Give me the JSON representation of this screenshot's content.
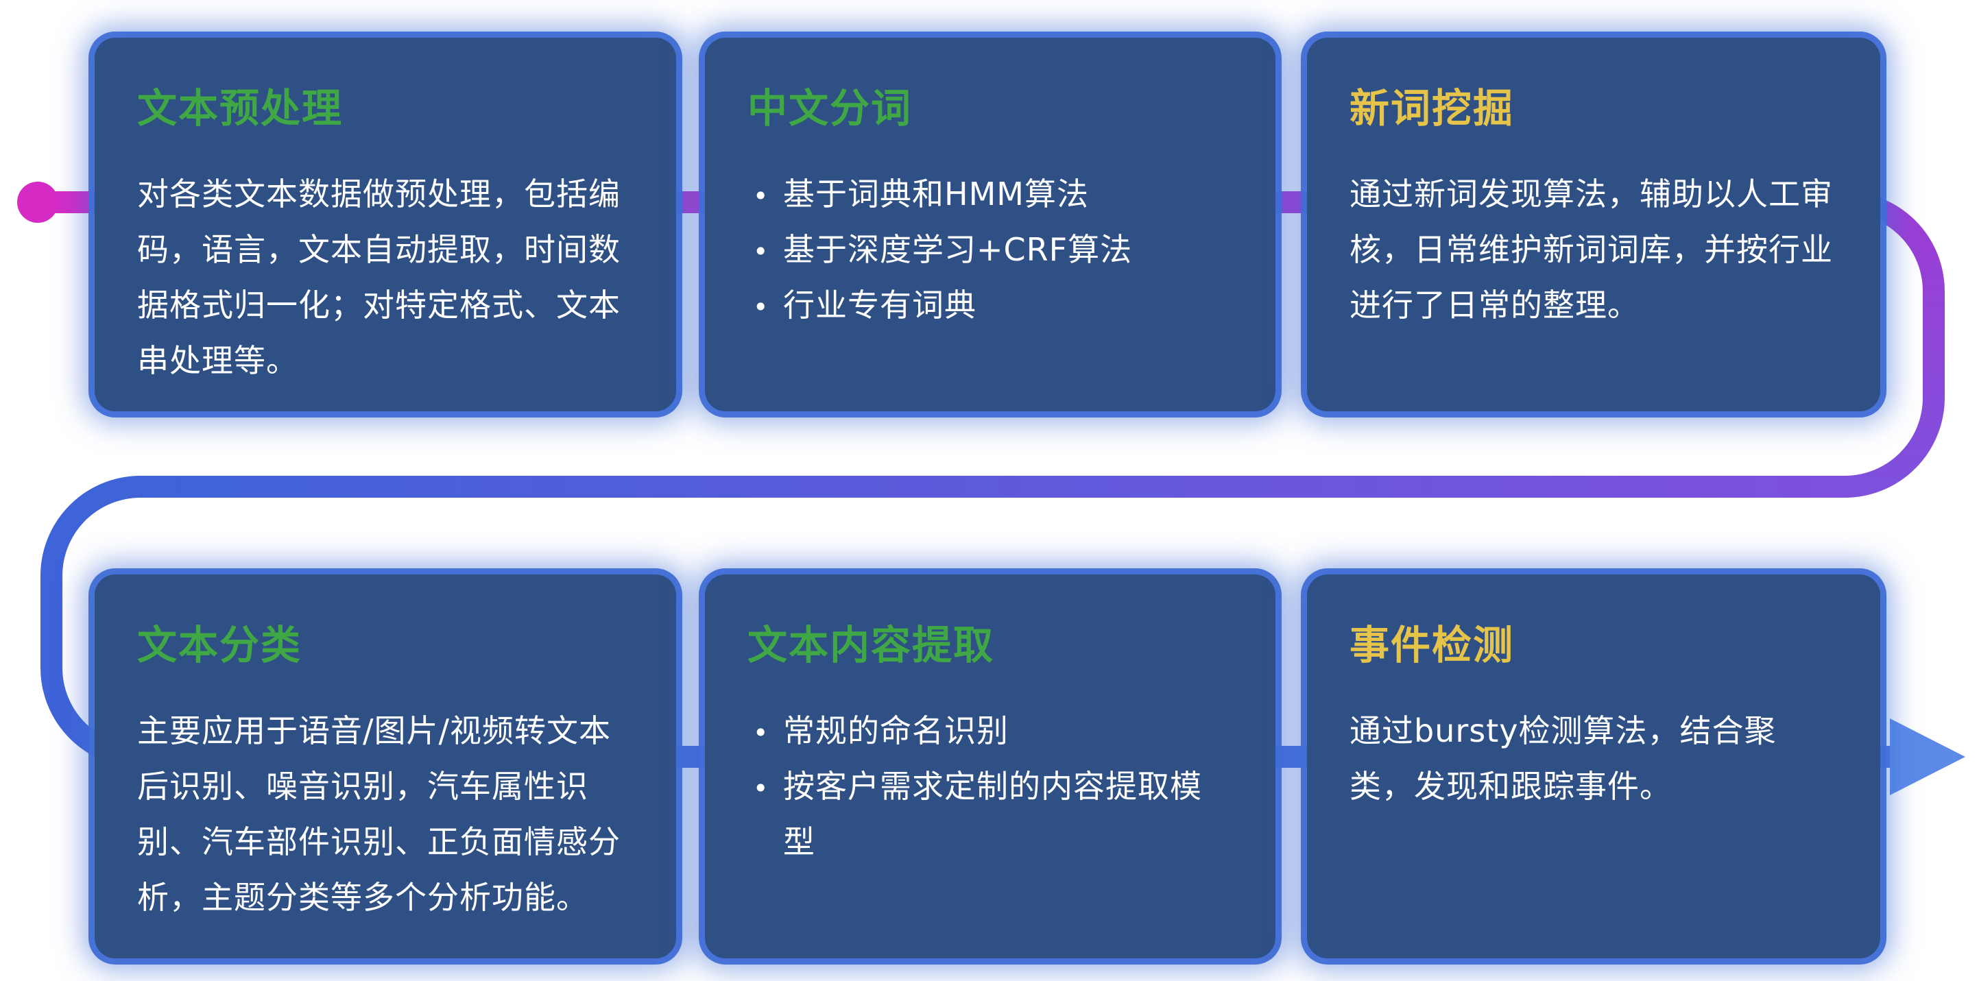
{
  "page": {
    "background_color": "#ffffff",
    "card_background_color": "#2f5085",
    "card_glow_color": "#406ed6",
    "body_text_color": "#ffffff"
  },
  "connector": {
    "start_dot_color": "#d62ac5",
    "gradient_magenta": "#d62ac5",
    "gradient_purple": "#9e3cd4",
    "gradient_violet": "#7e50dd",
    "gradient_blue": "#3f63d8",
    "arrow_color": "#5b8ae8",
    "bullet_glyph": "•"
  },
  "cards": [
    {
      "title": "文本预处理",
      "title_color": "#3fa845",
      "body": "对各类文本数据做预处理，包括编码，语言，文本自动提取，时间数据格式归一化；对特定格式、文本串处理等。"
    },
    {
      "title": "中文分词",
      "title_color": "#3fa845",
      "bullets": [
        "基于词典和HMM算法",
        "基于深度学习+CRF算法",
        "行业专有词典"
      ]
    },
    {
      "title": "新词挖掘",
      "title_color": "#e6c44a",
      "body": "通过新词发现算法，辅助以人工审核，日常维护新词词库，并按行业进行了日常的整理。"
    },
    {
      "title": "文本分类",
      "title_color": "#3fa845",
      "body": "主要应用于语音/图片/视频转文本后识别、噪音识别，汽车属性识别、汽车部件识别、正负面情感分析，主题分类等多个分析功能。"
    },
    {
      "title": "文本内容提取",
      "title_color": "#3fa845",
      "bullets": [
        "常规的命名识别",
        "按客户需求定制的内容提取模型"
      ]
    },
    {
      "title": "事件检测",
      "title_color": "#e6c44a",
      "body": "通过bursty检测算法，结合聚类，发现和跟踪事件。"
    }
  ]
}
